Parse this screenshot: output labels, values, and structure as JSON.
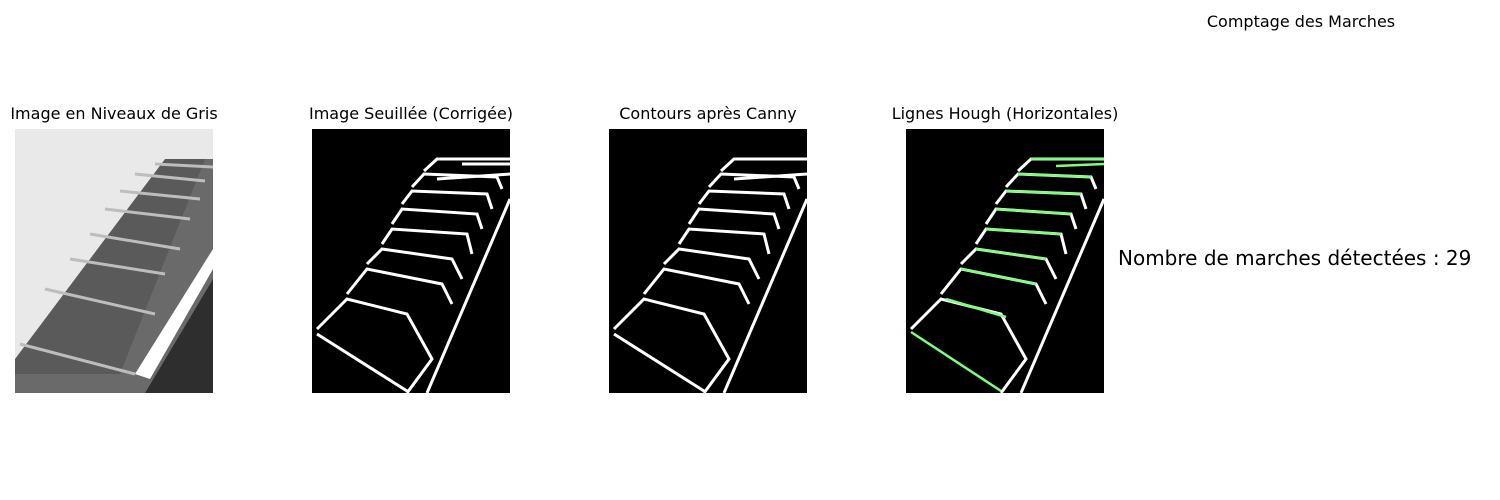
{
  "figure": {
    "title": "Comptage des Marches",
    "count_text": "Nombre de marches détectées : 29"
  },
  "panels": [
    {
      "title": "Image en Niveaux de Gris"
    },
    {
      "title": "Image Seuillée (Corrigée)"
    },
    {
      "title": "Contours après Canny"
    },
    {
      "title": "Lignes Hough (Horizontales)"
    }
  ],
  "colors": {
    "hough_lines": "#7cff7c",
    "edge": "#ffffff",
    "background_dark": "#000000"
  }
}
